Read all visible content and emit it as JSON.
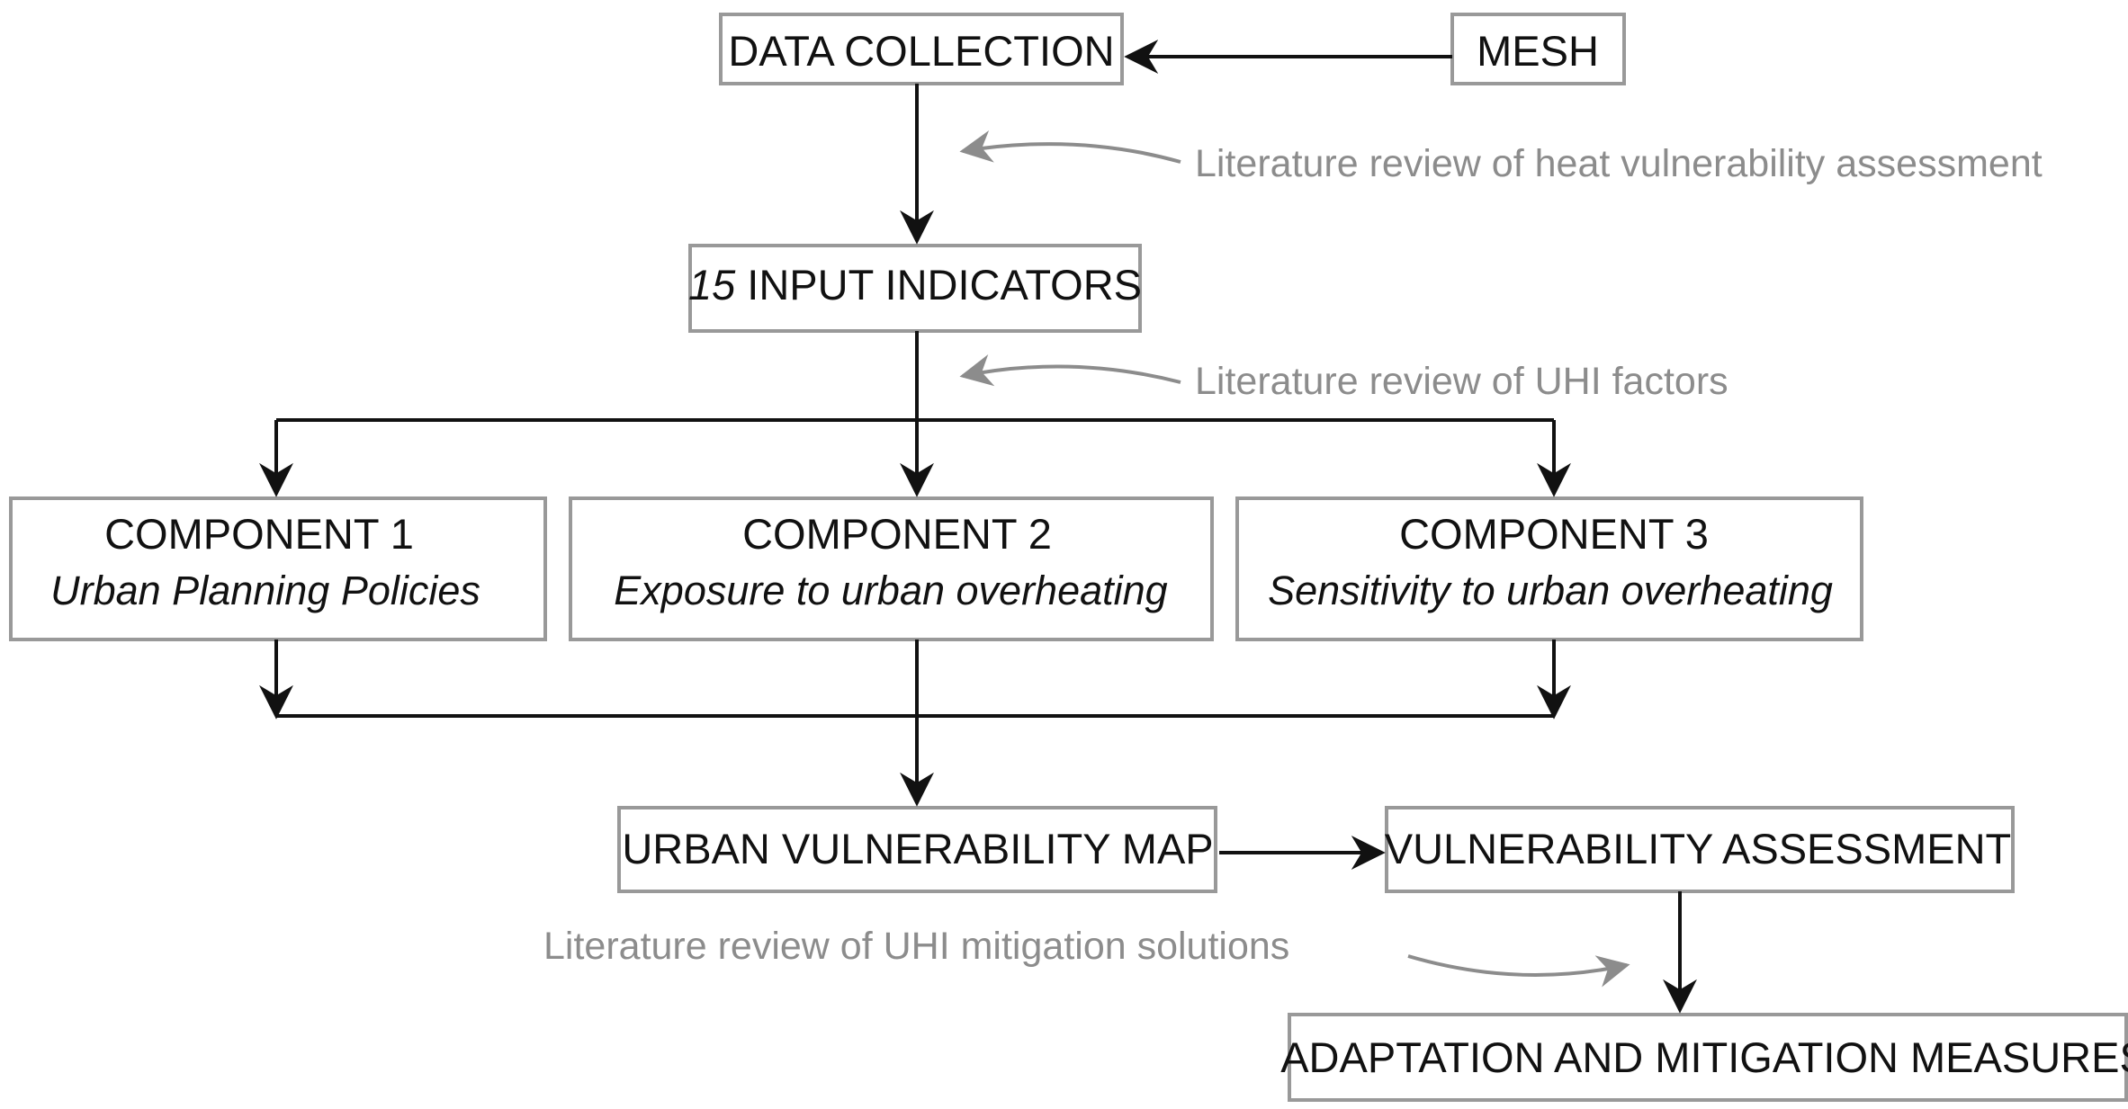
{
  "diagram": {
    "nodes": {
      "data_collection": "DATA COLLECTION",
      "mesh": "MESH",
      "input_indicators_count": "15",
      "input_indicators_label": " INPUT INDICATORS",
      "component1_title": "COMPONENT 1",
      "component1_sub": "Urban Planning Policies",
      "component2_title": "COMPONENT 2",
      "component2_sub": "Exposure to urban overheating",
      "component3_title": "COMPONENT 3",
      "component3_sub": "Sensitivity to urban overheating",
      "urban_vulnerability_map": "URBAN VULNERABILITY MAP",
      "vulnerability_assessment": "VULNERABILITY ASSESSMENT",
      "adaptation_measures": "ADAPTATION AND MITIGATION MEASURES"
    },
    "notes": {
      "heat_vulnerability_review": "Literature review of heat vulnerability assessment",
      "uhi_factors_review": "Literature review of UHI factors",
      "uhi_mitigation_review": "Literature review of UHI mitigation solutions"
    },
    "colors": {
      "box_border": "#999999",
      "arrow": "#111111",
      "note_text": "#8c8c8c",
      "note_arrow": "#8c8c8c"
    }
  }
}
